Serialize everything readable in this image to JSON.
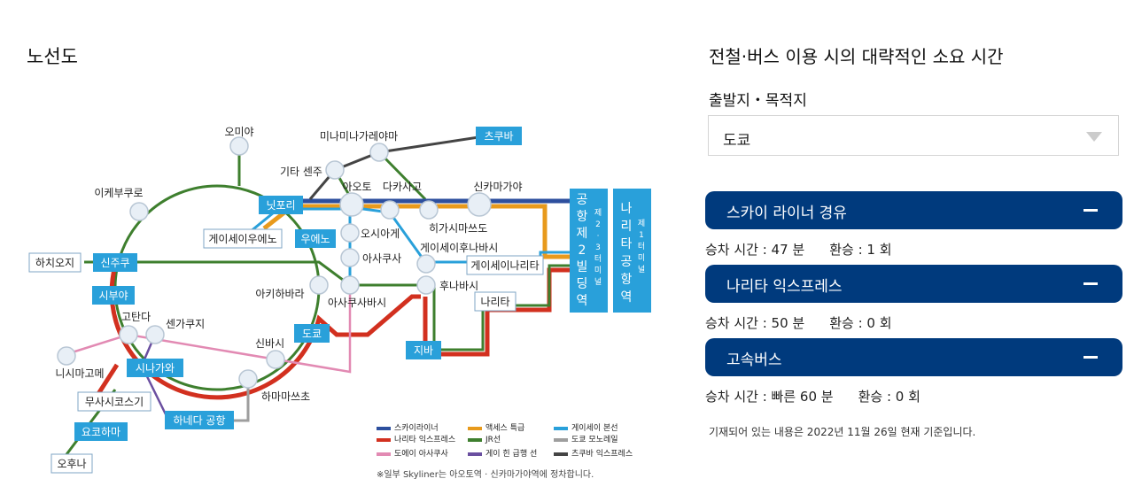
{
  "map": {
    "title": "노선도",
    "stations": {
      "omiya": "오미야",
      "minami_nagareyama": "미나미나가레야마",
      "tsukuba": "츠쿠바",
      "kita_senju": "기타 센주",
      "aoto": "아오토",
      "takasago": "다카사고",
      "shin_kamagaya": "신카마가야",
      "ikebukuro": "이케부쿠로",
      "nippori": "닛포리",
      "keisei_ueno": "게이세이우에노",
      "ueno": "우에노",
      "oshiage": "오시아게",
      "higashi_matsudo": "히가시마쓰도",
      "keisei_funabashi": "게이세이후나바시",
      "asakusa": "아사쿠사",
      "keisei_narita": "게이세이나리타",
      "hachioji": "하치오지",
      "shinjuku": "신주쿠",
      "akihabara": "아키하바라",
      "asakusabashi": "아사쿠사바시",
      "funabashi": "후나바시",
      "narita": "나리타",
      "shibuya": "시부야",
      "gotanda": "고탄다",
      "sengakuji": "센가쿠지",
      "tokyo": "도쿄",
      "shimbashi": "신바시",
      "nishi_magome": "니시마고메",
      "shinagawa": "시나가와",
      "chiba": "지바",
      "hamamatsucho": "하마마쓰초",
      "musashi_kosugi": "무사시코스기",
      "haneda": "하네다 공항",
      "yokohama": "요코하마",
      "ofuna": "오후나"
    },
    "airport_t2": {
      "main": [
        "공",
        "항",
        "제",
        "2",
        "빌",
        "딩",
        "역"
      ],
      "sub": [
        "제",
        "2",
        "·",
        "3",
        "터",
        "미",
        "널"
      ]
    },
    "airport_t1": {
      "main": [
        "나",
        "리",
        "타",
        "공",
        "항",
        "역"
      ],
      "sub": [
        "제",
        "1",
        "터",
        "미",
        "널"
      ]
    },
    "legend": [
      {
        "label": "스카이라이너",
        "color": "#2d4f9e"
      },
      {
        "label": "액세스 특급",
        "color": "#e89a1c"
      },
      {
        "label": "게이세이 본선",
        "color": "#29a0da"
      },
      {
        "label": "나리타 익스프레스",
        "color": "#d2301f"
      },
      {
        "label": "JR선",
        "color": "#3e7f2e"
      },
      {
        "label": "도쿄 모노레일",
        "color": "#9e9e9e"
      },
      {
        "label": "도에이 아사쿠사",
        "color": "#e28ab3"
      },
      {
        "label": "게이 힌 급행 선",
        "color": "#6a4fa0"
      },
      {
        "label": "츠쿠바 익스프레스",
        "color": "#444444"
      }
    ],
    "footnote": "※일부 Skyliner는 아오토역 · 신카마가야역에 정차합니다."
  },
  "panel": {
    "title": "전철·버스 이용 시의 대략적인 소요 시간",
    "select_label": "출발지・목적지",
    "select_value": "도쿄",
    "routes": [
      {
        "name": "스카이 라이너 경유",
        "time": "승차 시간 : 47 분",
        "transfer": "환승 : 1 회"
      },
      {
        "name": "나리타 익스프레스",
        "time": "승차 시간 : 50 분",
        "transfer": "환승 : 0 회"
      },
      {
        "name": "고속버스",
        "time": "승차 시간 : 빠른 60 분",
        "transfer": "환승 : 0 회"
      }
    ],
    "note": "기재되어 있는 내용은 2022년 11월 26일 현재 기준입니다."
  },
  "colors": {
    "navy": "#003a7d",
    "station_blue": "#29a0da",
    "skyliner": "#2d4f9e",
    "access": "#e89a1c",
    "narita_express": "#d2301f",
    "jr": "#3e7f2e",
    "asakusa": "#e28ab3",
    "keikyu": "#6a4fa0",
    "tx": "#444444",
    "monorail": "#9e9e9e"
  }
}
